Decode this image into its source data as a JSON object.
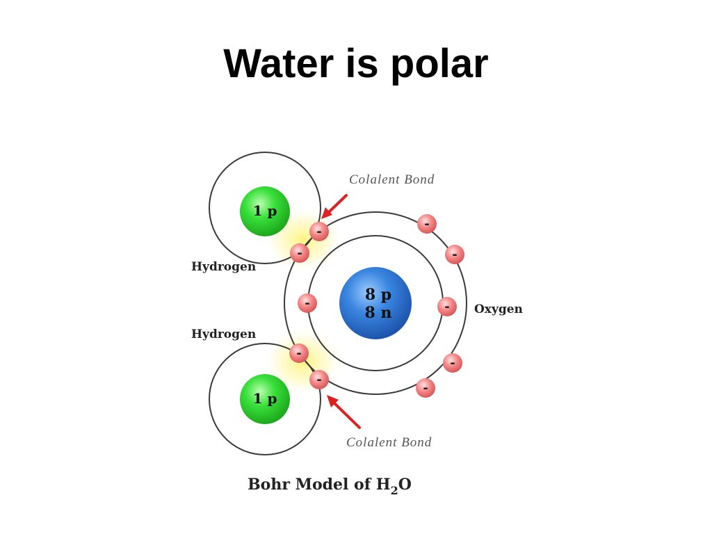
{
  "title": "Water is polar",
  "diagram": {
    "caption_main": "Bohr Model of H",
    "caption_sub": "2",
    "caption_end": "O",
    "oxygen": {
      "label": "Oxygen",
      "nucleus_line1": "8 p",
      "nucleus_line2": "8 n"
    },
    "hydrogen_top": {
      "label": "Hydrogen",
      "nucleus": "1 p"
    },
    "hydrogen_bottom": {
      "label": "Hydrogen",
      "nucleus": "1 p"
    },
    "bond_top_label": "Colalent Bond",
    "bond_bottom_label": "Colalent Bond",
    "electron_symbol": "-",
    "colors": {
      "hydrogen_nucleus": "#33dd33",
      "oxygen_nucleus": "#2a6fcc",
      "electron": "#f07a7a",
      "arrow": "#e02020",
      "glow": "#fff59a"
    }
  }
}
